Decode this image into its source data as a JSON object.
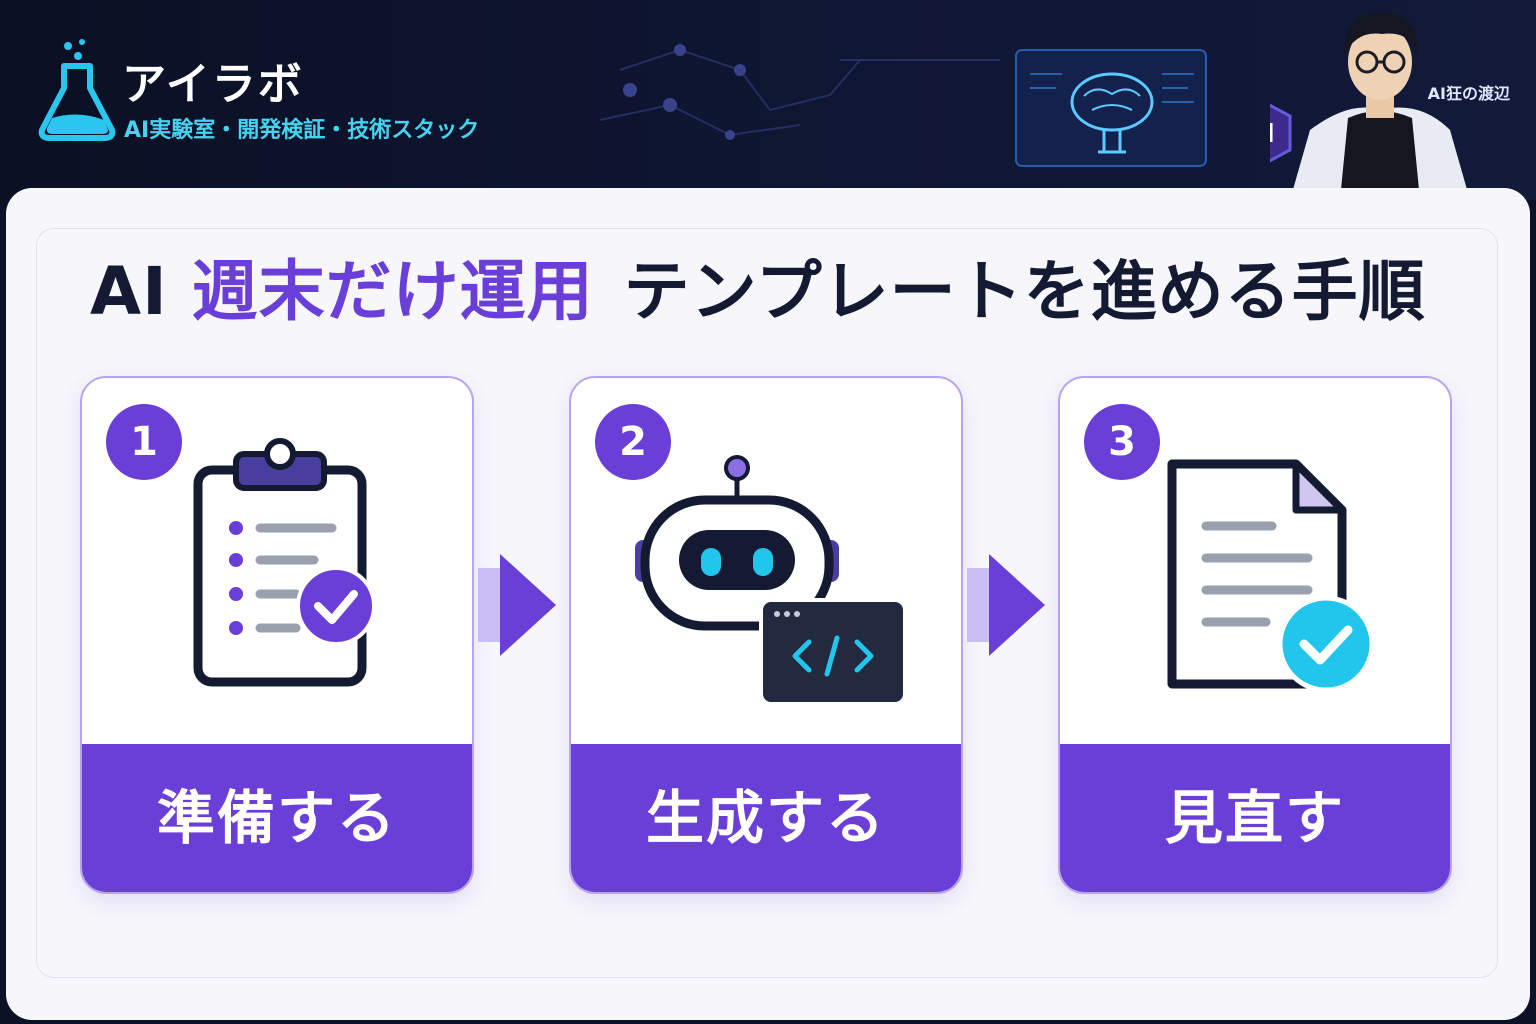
{
  "brand": {
    "name": "アイラボ",
    "tagline": "AI実験室・開発検証・技術スタック"
  },
  "author": {
    "name": "AI狂の渡辺",
    "badge_text": "AI"
  },
  "headline": {
    "prefix": "AI",
    "accent": "週末だけ運用",
    "suffix": "テンプレートを進める手順"
  },
  "steps": [
    {
      "number": "1",
      "label": "準備する",
      "icon": "clipboard-checklist-icon"
    },
    {
      "number": "2",
      "label": "生成する",
      "icon": "robot-code-icon"
    },
    {
      "number": "3",
      "label": "見直す",
      "icon": "document-check-icon"
    }
  ],
  "colors": {
    "accent": "#6a3fd8",
    "cyan": "#22c6ec",
    "navy": "#151a33",
    "header_bg": "#0c1226"
  }
}
